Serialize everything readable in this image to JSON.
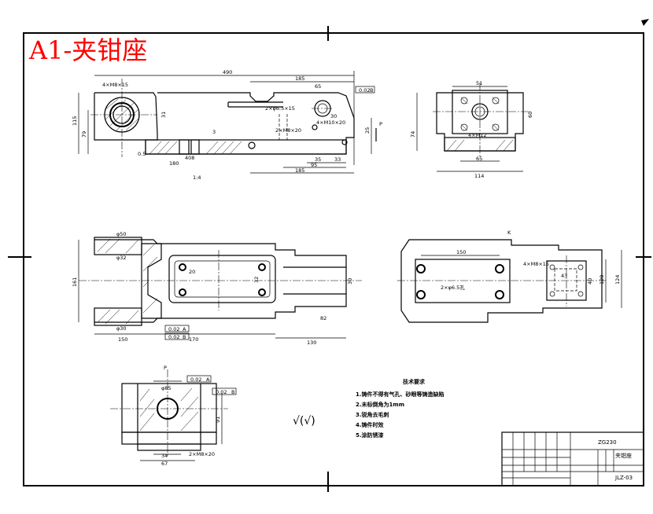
{
  "title": "A1-夹钳座",
  "front_view": {
    "dims": {
      "overall": "490",
      "d185_top": "185",
      "d4x_hole": "4×M8×15",
      "d115": "115",
      "d79": "79",
      "d31": "31",
      "d2xm8": "2×M8×20",
      "d4xm10": "4×M10×20",
      "d30": "30",
      "d2xphi": "2×φ6.5×15",
      "d25": "25",
      "d35": "35",
      "d33": "33",
      "d95": "95",
      "d185_bottom": "185",
      "d408": "408",
      "d180": "180",
      "d3": "3",
      "d65": "65",
      "d05": "0.5"
    },
    "gdt": [
      "0.02",
      "B"
    ],
    "label": "1:4",
    "section_mark": "P"
  },
  "right_view": {
    "dims": {
      "top": "51",
      "height": "74",
      "d60": "60",
      "bottom1": "65",
      "bottom2": "114",
      "hole": "4×M12"
    }
  },
  "top_view": {
    "dims": {
      "d150": "150",
      "d130": "130",
      "d170": "170",
      "d161": "161",
      "d30": "30",
      "d20": "20",
      "d32": "32",
      "d82": "82",
      "phi50": "φ50",
      "phi32": "φ32",
      "phi30": "φ30"
    },
    "gdt": [
      [
        "0.02",
        "A"
      ],
      [
        "0.02",
        "B"
      ]
    ]
  },
  "bottom_view": {
    "section_label": "K",
    "dims": {
      "d150": "150",
      "d4x": "4×M8×15",
      "d43": "43",
      "d40": "40",
      "d120": "120",
      "d124": "124",
      "d2x": "2×φ6.5孔"
    }
  },
  "side_view": {
    "section_mark": "P",
    "dims": {
      "phi85": "φ85",
      "d34": "34",
      "d67": "67",
      "d91": "91",
      "hole": "2×M8×20"
    },
    "gdt": [
      [
        "0.02",
        "A"
      ],
      [
        "0.02",
        "B"
      ]
    ]
  },
  "roughness": "√(√)",
  "tech_requirements": {
    "heading": "技术要求",
    "items": [
      "1.铸件不得有气孔、砂眼等铸造缺陷",
      "2.未标倒角为1mm",
      "3.锐角去毛刺",
      "4.铸件时效",
      "5.涂防锈漆"
    ]
  },
  "title_block": {
    "material": "ZG230",
    "part_name": "夹钳座",
    "drawing_no": "JLZ-03"
  }
}
